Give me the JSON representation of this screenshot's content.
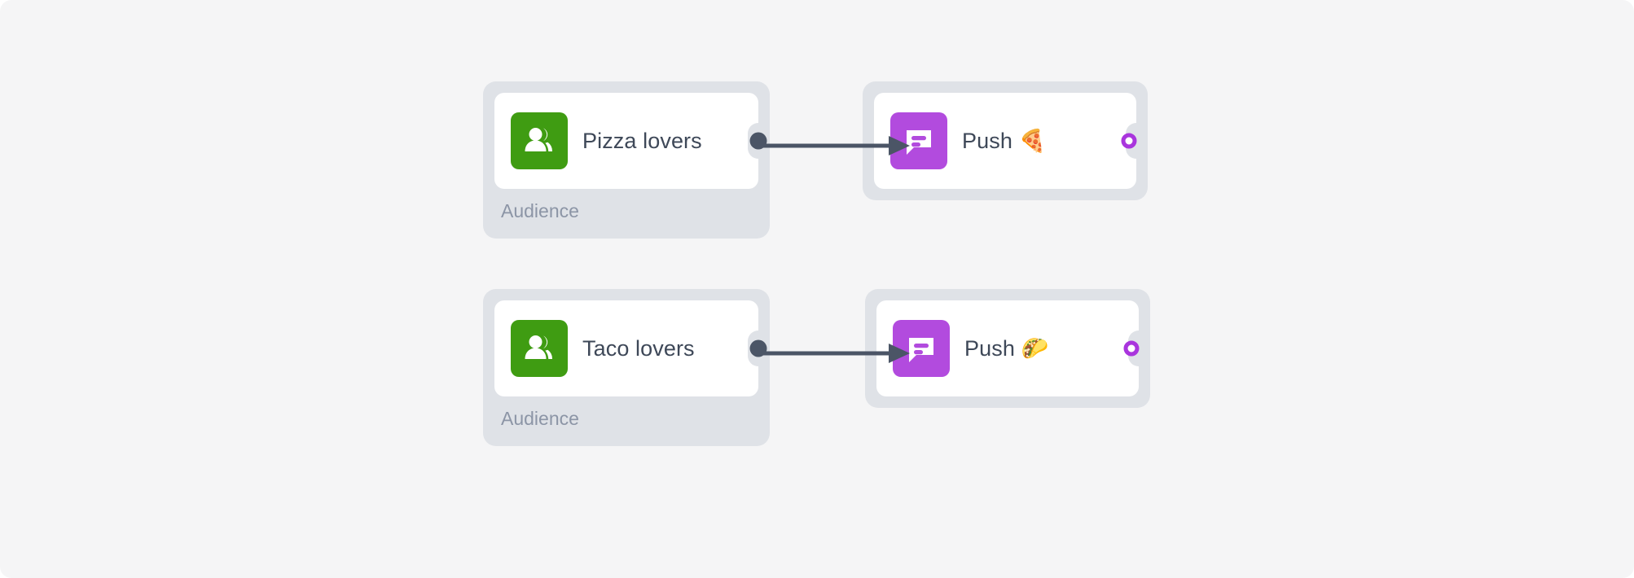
{
  "canvas": {
    "background": "#f5f5f6",
    "group_background": "#dfe2e7",
    "card_background": "#ffffff",
    "audience_accent": "#3f9c12",
    "push_accent": "#b24bde",
    "port_source_color": "#4b5566",
    "port_target_color": "#a935dd",
    "label_color": "#3e4858",
    "group_label_color": "#8c95a6",
    "edge_color": "#4b5566"
  },
  "flows": [
    {
      "source": {
        "label": "Pizza lovers",
        "group_label": "Audience",
        "icon": "people-group-icon",
        "icon_color": "#3f9c12",
        "port_out": "source-dot"
      },
      "edge": {
        "type": "arrow",
        "direction": "right",
        "color": "#4b5566"
      },
      "target": {
        "label": "Push 🍕",
        "icon": "message-bubble-icon",
        "icon_color": "#b24bde",
        "port_out": "output-ring"
      }
    },
    {
      "source": {
        "label": "Taco lovers",
        "group_label": "Audience",
        "icon": "people-group-icon",
        "icon_color": "#3f9c12",
        "port_out": "source-dot"
      },
      "edge": {
        "type": "arrow",
        "direction": "right",
        "color": "#4b5566"
      },
      "target": {
        "label": "Push 🌮",
        "icon": "message-bubble-icon",
        "icon_color": "#b24bde",
        "port_out": "output-ring"
      }
    }
  ]
}
